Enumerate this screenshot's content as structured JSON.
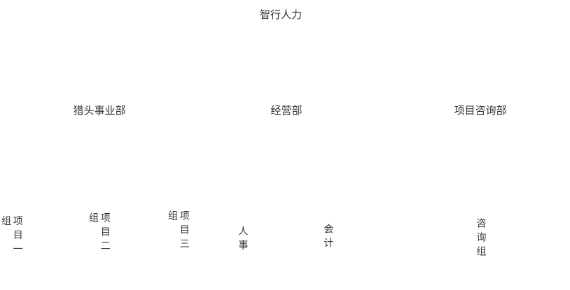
{
  "theme": {
    "background": "#ffffff",
    "text_color": "#333333"
  },
  "tree": {
    "label": "智行人力",
    "children": [
      {
        "label": "猎头事业部",
        "children": [
          {
            "label": "项目一组"
          },
          {
            "label": "项目二组"
          },
          {
            "label": "项目三组"
          }
        ]
      },
      {
        "label": "经营部",
        "children": [
          {
            "label": "人事"
          },
          {
            "label": "会计"
          }
        ]
      },
      {
        "label": "项目咨询部",
        "children": [
          {
            "label": "咨询组"
          }
        ]
      }
    ]
  }
}
